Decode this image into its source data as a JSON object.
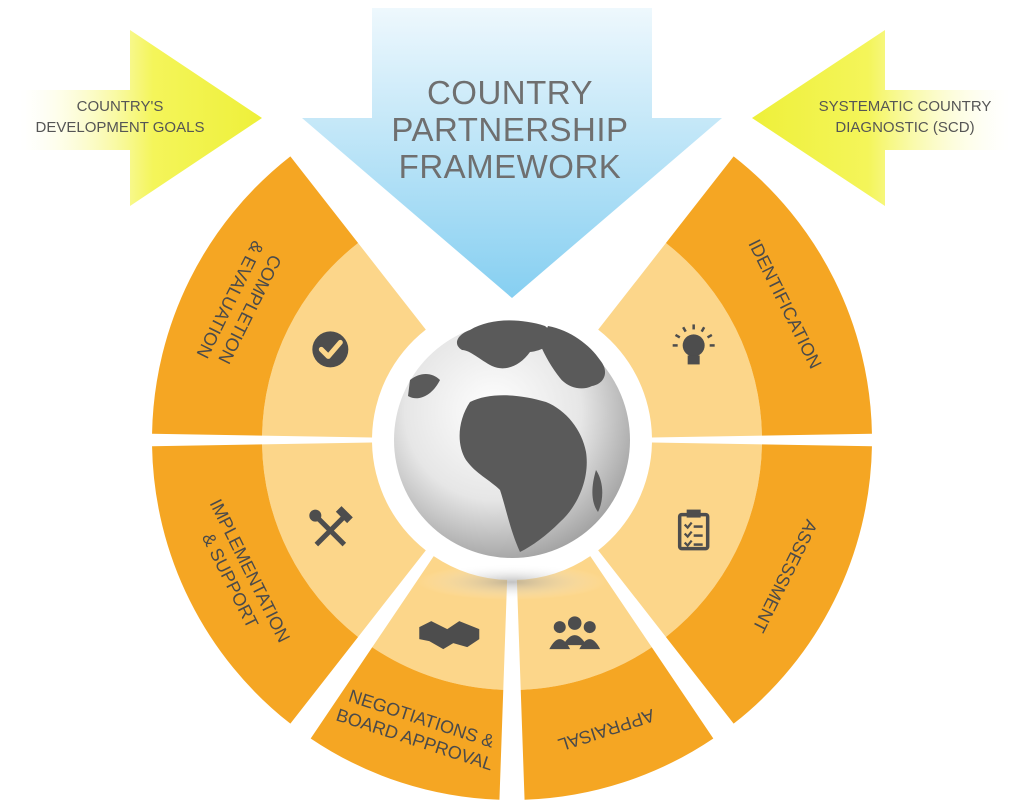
{
  "title": [
    "COUNTRY",
    "PARTNERSHIP",
    "FRAMEWORK"
  ],
  "left_input": [
    "COUNTRY'S",
    "DEVELOPMENT GOALS"
  ],
  "right_input": [
    "SYSTEMATIC COUNTRY",
    "DIAGNOSTIC (SCD)"
  ],
  "stages": [
    {
      "label": [
        "IDENTIFICATION"
      ],
      "icon": "lightbulb-icon"
    },
    {
      "label": [
        "ASSESSMENT"
      ],
      "icon": "clipboard-checklist-icon"
    },
    {
      "label": [
        "APPRAISAL"
      ],
      "icon": "people-group-icon"
    },
    {
      "label": [
        "NEGOTIATIONS &",
        "BOARD APPROVAL"
      ],
      "icon": "handshake-icon"
    },
    {
      "label": [
        "IMPLEMENTATION",
        "& SUPPORT"
      ],
      "icon": "tools-icon"
    },
    {
      "label": [
        "COMPLETION",
        "& EVALUATION"
      ],
      "icon": "checkmark-icon"
    }
  ],
  "colors": {
    "orange": "#f5a623",
    "orange_dark": "#e3941a",
    "orange_light": "#fcd68a",
    "blue_arrow_top": "#dff1fb",
    "blue_arrow_bottom": "#8ed3f3",
    "yellow_arrow": "#f2f24a",
    "icon_gray": "#4d4d4d"
  }
}
